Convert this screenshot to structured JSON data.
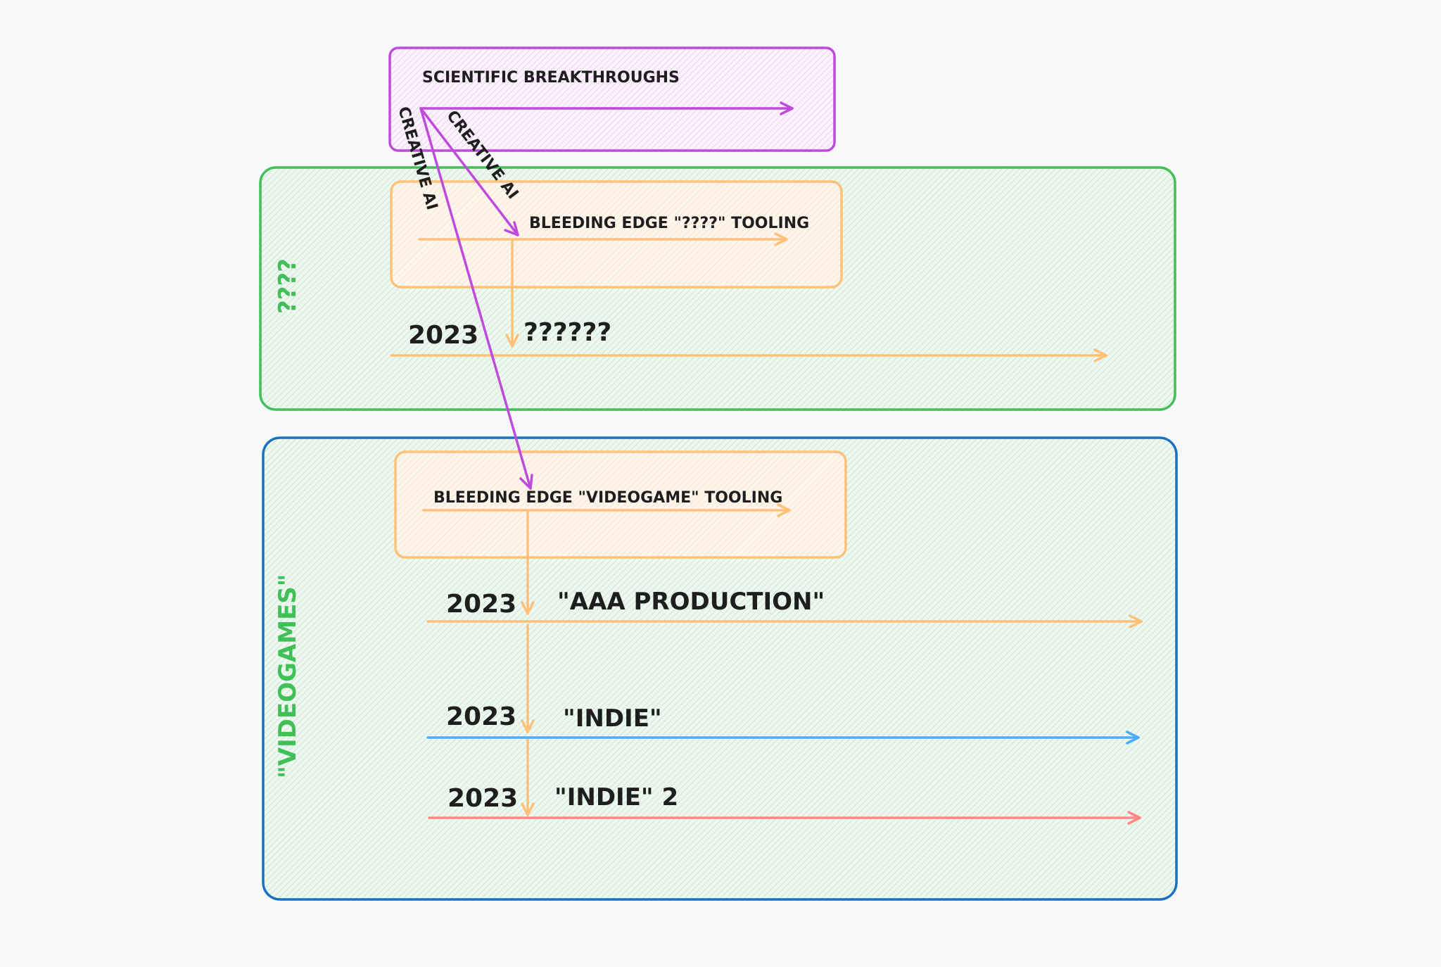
{
  "colors": {
    "purple": "#be4bdb",
    "green": "#40c057",
    "blue": "#1971c2",
    "orange": "#ffc078",
    "blue_line": "#4dabf7",
    "red_line": "#ff8787",
    "text": "#1e1e1e"
  },
  "labels": {
    "scientific": "SCIENTIFIC BREAKTHROUGHS",
    "creative_ai_1": "CREATIVE AI",
    "creative_ai_2": "CREATIVE AI",
    "unknown_region": "????",
    "unknown_tooling": "BLEEDING EDGE \"????\" TOOLING",
    "unknown_year": "2023",
    "unknown_output": "??????",
    "videogames_region": "\"VIDEOGAMES\"",
    "videogame_tooling": "BLEEDING EDGE \"VIDEOGAME\" TOOLING",
    "aaa_year": "2023",
    "aaa": "\"AAA PRODUCTION\"",
    "indie_year": "2023",
    "indie": "\"INDIE\"",
    "indie2_year": "2023",
    "indie2": "\"INDIE\" 2"
  }
}
